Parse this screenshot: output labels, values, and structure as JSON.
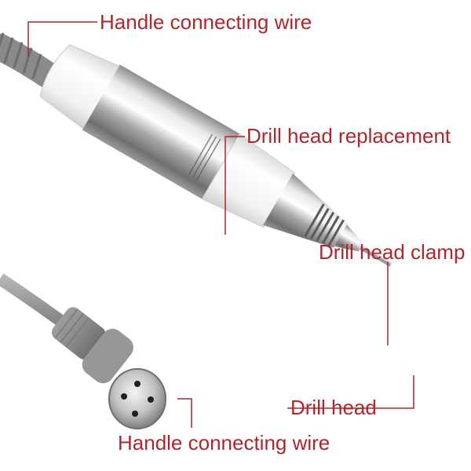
{
  "labels": {
    "handle_wire_top": "Handle connecting wire",
    "drill_head_replacement": "Drill head replacement",
    "drill_head_clamp": "Drill head clamp",
    "drill_head": "Drill head",
    "handle_wire_bottom": "Handle connecting wire"
  },
  "colors": {
    "label_text": "#b1252c",
    "leader_line": "#b1252c",
    "cable": "#8c8c8c",
    "handle_white": "#f4f4f4",
    "metal": "#c9c9c9"
  }
}
